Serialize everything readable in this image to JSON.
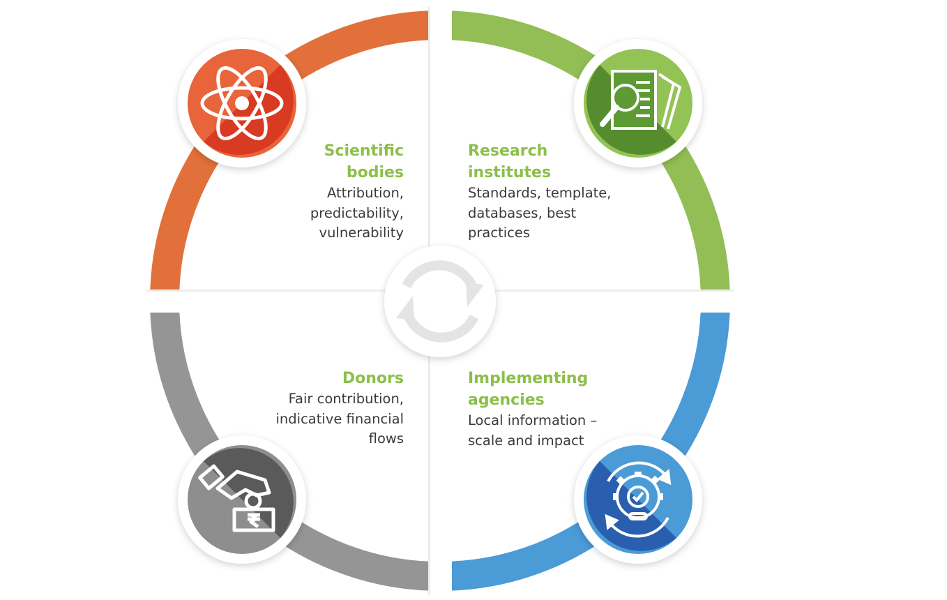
{
  "quadrants": [
    {
      "title": "Scientific\nbodies",
      "description": "Attribution,\npredictability,\nvulnerability",
      "color": "#e2703a",
      "icon_bg": "#e0462a",
      "icon": "atom-icon"
    },
    {
      "title": "Research\ninstitutes",
      "description": "Standards, template,\ndatabases, best\npractices",
      "color": "#93be55",
      "icon_bg": "#5e9a34",
      "icon": "document-magnifier-icon"
    },
    {
      "title": "Donors",
      "description": "Fair contribution,\nindicative financial\nflows",
      "color": "#959595",
      "icon_bg": "#5a5a5a",
      "icon": "hand-money-box-icon"
    },
    {
      "title": "Implementing\nagencies",
      "description": "Local information –\nscale and impact",
      "color": "#4a9bd6",
      "icon_bg": "#2a5fb0",
      "icon": "gear-cycle-icon"
    }
  ],
  "center_icon": "refresh-cycle-icon",
  "title_color": "#8cbf4a"
}
